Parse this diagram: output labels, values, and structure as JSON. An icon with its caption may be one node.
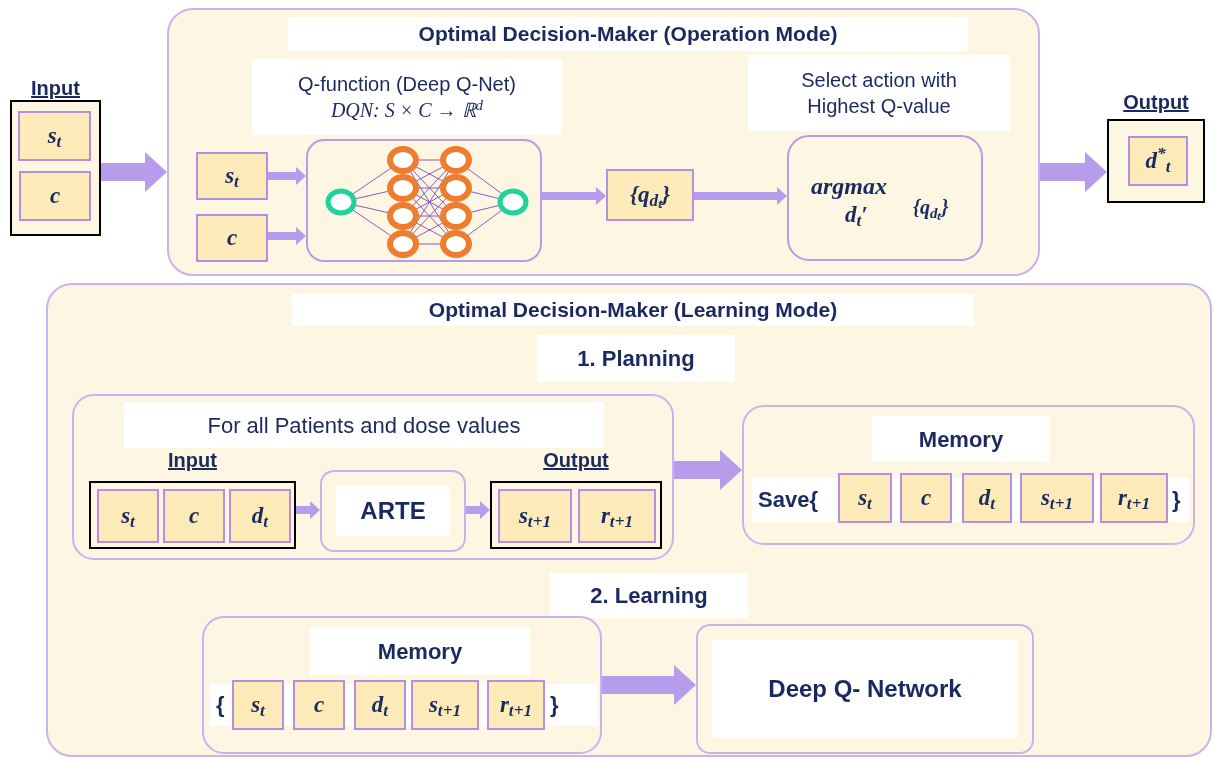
{
  "diagram": {
    "nodes": [
      {
        "text": [
          "Optimal Decision-Maker (Operation Mode)"
        ]
      },
      {
        "text": [
          "Input"
        ]
      },
      {
        "text": [
          "s$_{t}$"
        ],
        "in": 1
      },
      {
        "text": [
          "c"
        ],
        "in": 1
      },
      {
        "text": [
          "Q-function (Deep Q-Net)",
          "DQN: S × C → ℝ$^{d}$"
        ],
        "in": 0
      },
      {
        "text": [
          "s$_{t}$"
        ],
        "in": 0
      },
      {
        "text": [
          "c"
        ],
        "in": 0
      },
      {
        "text": [],
        "shape": "box",
        "in": 0
      },
      {
        "text": [
          "{q$_{dₜ}$}"
        ],
        "in": 0
      },
      {
        "text": [
          "Select action with Highest Q-value"
        ],
        "in": 0
      },
      {
        "text": [
          "argmax",
          "d$_{t}$′",
          "{q$_{dₜ}$}"
        ],
        "in": 0
      },
      {
        "text": [
          "Output"
        ]
      },
      {
        "text": [
          "d$^{*}$$_{t}$"
        ],
        "in": 11
      },
      {
        "text": [
          "Optimal Decision-Maker (Learning Mode)"
        ]
      },
      {
        "text": [
          "1. Planning"
        ],
        "in": 13
      },
      {
        "text": [
          "For all Patients and dose values"
        ],
        "in": 13
      },
      {
        "text": [
          "Input"
        ],
        "in": 15
      },
      {
        "text": [
          "s$_{t}$"
        ],
        "in": 16
      },
      {
        "text": [
          "c"
        ],
        "in": 16
      },
      {
        "text": [
          "d$_{t}$"
        ],
        "in": 16
      },
      {
        "text": [
          "ARTE"
        ],
        "in": 15
      },
      {
        "text": [
          "Output"
        ],
        "in": 15
      },
      {
        "text": [
          "s$_{t+1}$"
        ],
        "in": 21
      },
      {
        "text": [
          "r$_{t+1}$"
        ],
        "in": 21
      },
      {
        "text": [
          "Save{",
          "}"
        ],
        "in": 13
      },
      {
        "text": [
          "Memory"
        ],
        "in": 24
      },
      {
        "text": [
          "s$_{t}$"
        ],
        "in": 24
      },
      {
        "text": [
          "c"
        ],
        "in": 24
      },
      {
        "text": [
          "d$_{t}$"
        ],
        "in": 24
      },
      {
        "text": [
          "s$_{t+1}$"
        ],
        "in": 24
      },
      {
        "text": [
          "r$_{t+1}$"
        ],
        "in": 24
      },
      {
        "text": [
          "2. Learning"
        ],
        "in": 13
      },
      {
        "text": [
          "{",
          "}"
        ],
        "in": 13
      },
      {
        "text": [
          "Memory"
        ],
        "in": 32
      },
      {
        "text": [
          "s$_{t}$"
        ],
        "in": 32
      },
      {
        "text": [
          "c"
        ],
        "in": 32
      },
      {
        "text": [
          "d$_{t}$"
        ],
        "in": 32
      },
      {
        "text": [
          "s$_{t+1}$"
        ],
        "in": 32
      },
      {
        "text": [
          "r$_{t+1}$"
        ],
        "in": 32
      },
      {
        "text": [
          "Deep Q- Network"
        ],
        "in": 13
      }
    ],
    "edges": [
      {
        "from": 1,
        "to": 0,
        "arrow": "to",
        "style": "thick"
      },
      {
        "from": 5,
        "to": 7,
        "arrow": "to"
      },
      {
        "from": 6,
        "to": 7,
        "arrow": "to"
      },
      {
        "from": 7,
        "to": 8,
        "arrow": "to"
      },
      {
        "from": 8,
        "to": 10,
        "arrow": "to"
      },
      {
        "from": 0,
        "to": 11,
        "arrow": "to",
        "style": "thick"
      },
      {
        "from": 16,
        "to": 20,
        "arrow": "to"
      },
      {
        "from": 20,
        "to": 21,
        "arrow": "to"
      },
      {
        "from": 15,
        "to": 24,
        "arrow": "to",
        "style": "thick"
      },
      {
        "from": 32,
        "to": 39,
        "arrow": "to",
        "style": "thick"
      }
    ]
  }
}
